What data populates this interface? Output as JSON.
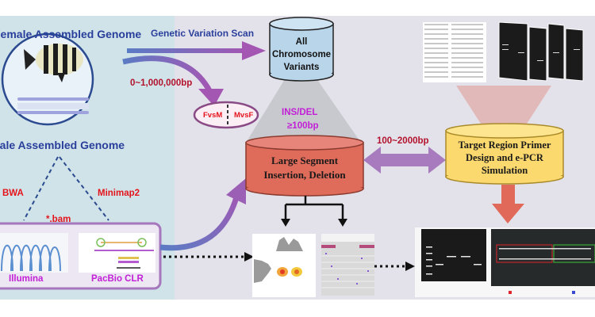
{
  "labels": {
    "female_genome": "Female Assembled Genome",
    "male_genome": "Male Assembled Genome",
    "genetic_variation_scan": "Genetic Variation Scan",
    "range_bp": "0~1,000,000bp",
    "fvsm": "FvsM",
    "mvsf": "MvsF",
    "all_variants": [
      "All",
      "Chromosome",
      "Variants"
    ],
    "ins_del": "INS/DEL",
    "ins_del_size": "≥100bp",
    "large_segment": [
      "Large Segment",
      "Insertion, Deletion"
    ],
    "primer_range": "100~2000bp",
    "target_region": [
      "Target Region Primer",
      "Design and e-PCR",
      "Simulation"
    ],
    "bwa": "BWA",
    "minimap2": "Minimap2",
    "bam": "*.bam",
    "illumina": "Illumina",
    "pacbio": "PacBio CLR"
  },
  "colors": {
    "left_panel": "#cfe3e8",
    "right_panel": "#e3e2ea",
    "blue_cylinder": "#b9d5ea",
    "red_cylinder": "#df6b5b",
    "yellow_cylinder": "#fcd96e",
    "arrow_purple": "#9b5fb5",
    "arrow_red": "#e0695a",
    "text_blue": "#2a3f9c",
    "text_red": "#e5141c",
    "text_magenta": "#c21fd6"
  }
}
